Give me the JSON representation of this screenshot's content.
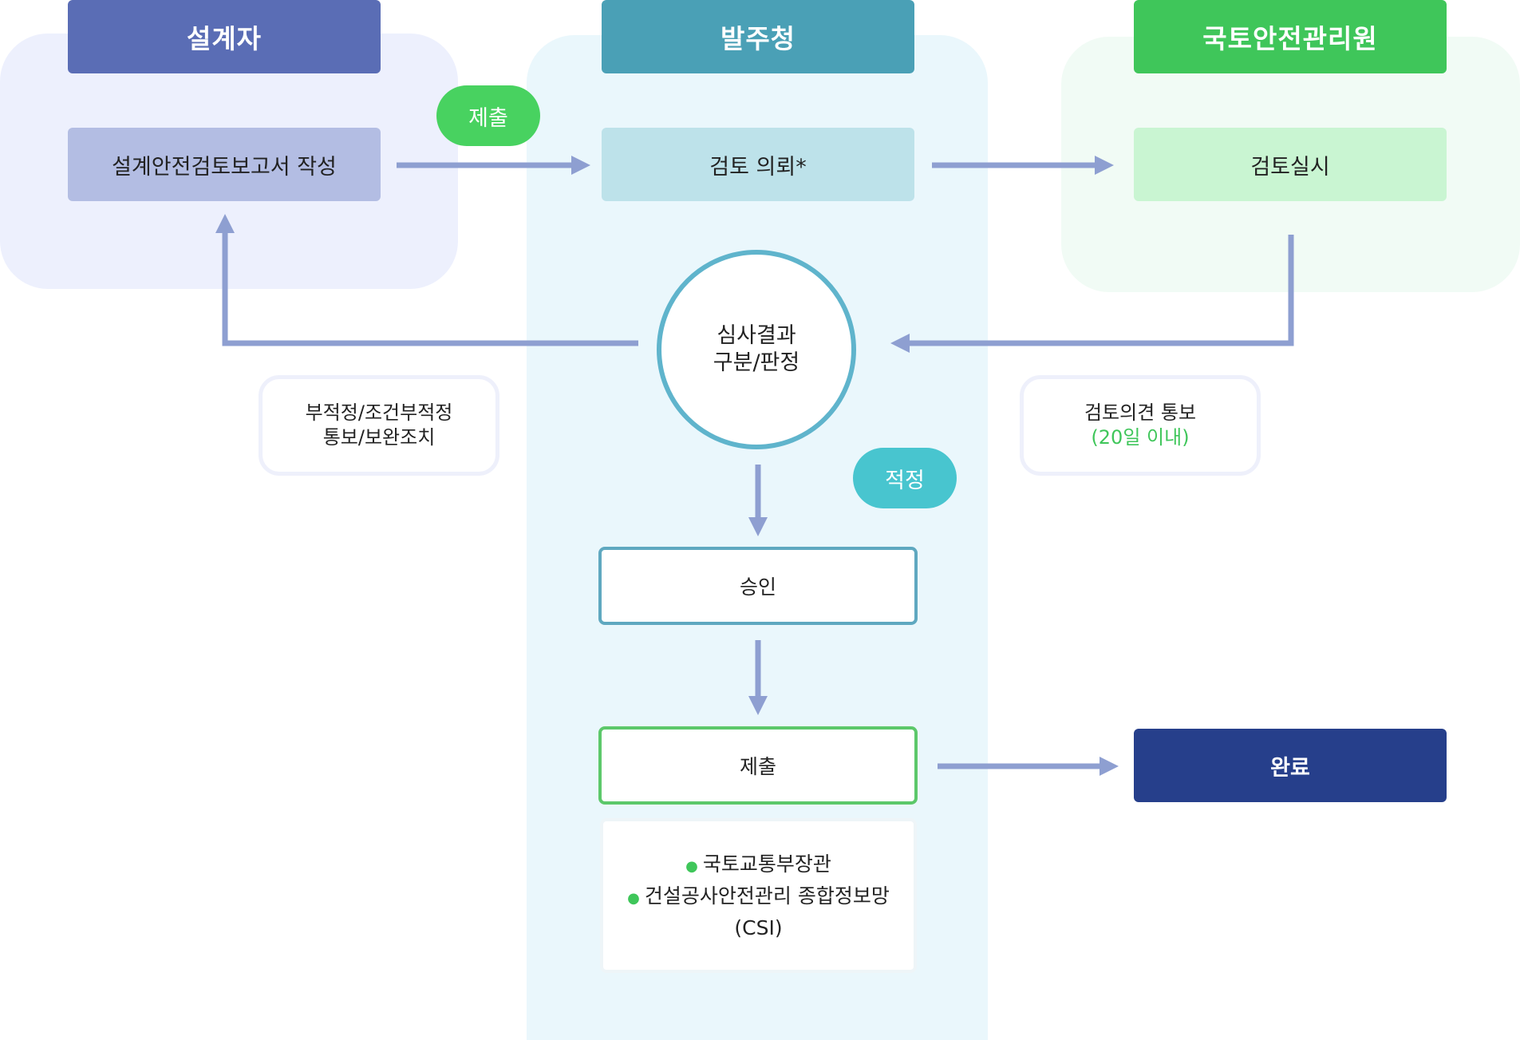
{
  "lanes": {
    "designer": "설계자",
    "owner": "발주청",
    "agency": "국토안전관리원"
  },
  "steps": {
    "report": "설계안전검토보고서 작성",
    "request": "검토 의뢰*",
    "review": "검토실시",
    "submit_badge": "제출",
    "judgement_line1": "심사결과",
    "judgement_line2": "구분/판정",
    "proper_badge": "적정",
    "approve": "승인",
    "submit": "제출",
    "done": "완료"
  },
  "notes": {
    "left_line1": "부적정/조건부적정",
    "left_line2": "통보/보완조치",
    "right_line1": "검토의견 통보",
    "right_line2": "(20일 이내)"
  },
  "submit_targets": {
    "item1": "국토교통부장관",
    "item2": "건설공사안전관리 종합정보망",
    "item2_cont": "(CSI)"
  },
  "colors": {
    "arrow": "#8e9fd1",
    "designer": "#5a6db5",
    "owner": "#4aa0b6",
    "agency": "#3fc65a",
    "done": "#263f8b"
  }
}
